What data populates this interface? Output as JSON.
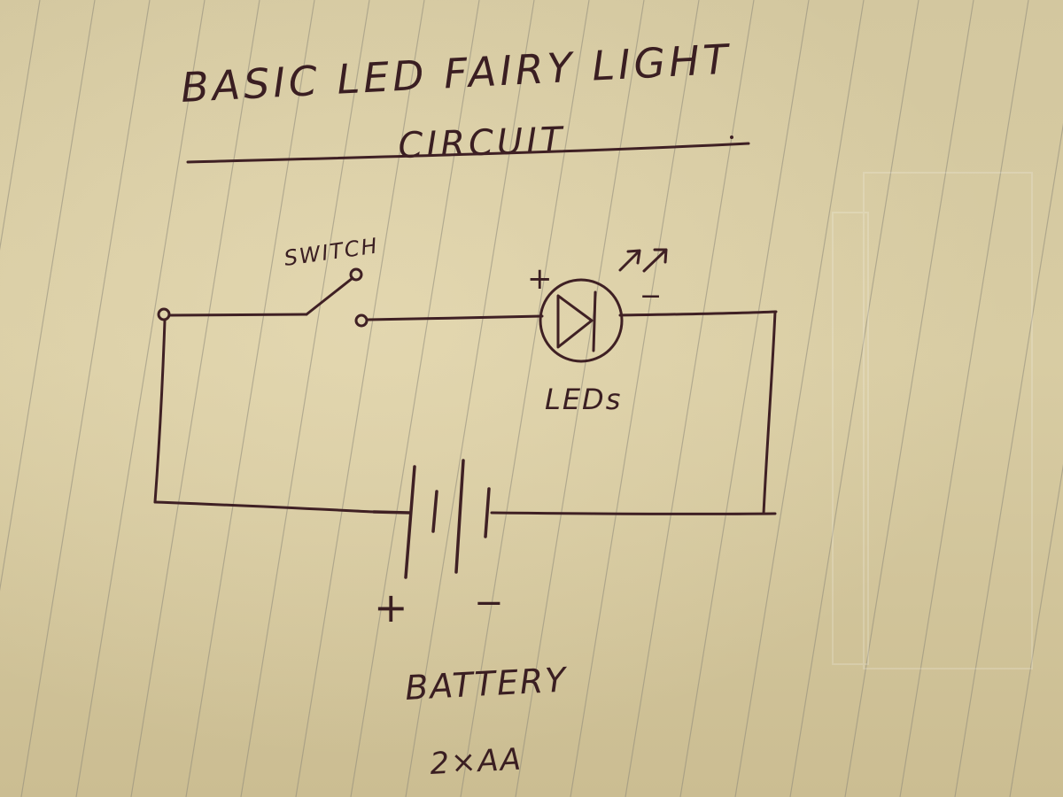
{
  "title": {
    "line1": "BASIC LED FAIRY LIGHT",
    "line2": "CIRCUIT"
  },
  "labels": {
    "switch": "SWITCH",
    "leds": "LEDs",
    "battery": "BATTERY",
    "battery_spec": "2×AA",
    "led_plus": "+",
    "led_minus": "−",
    "battery_plus": "+",
    "battery_minus": "−"
  },
  "colors": {
    "ink": "#3f2024",
    "paper": "#d6c9a0",
    "rule_line": "#8f8a7a"
  }
}
